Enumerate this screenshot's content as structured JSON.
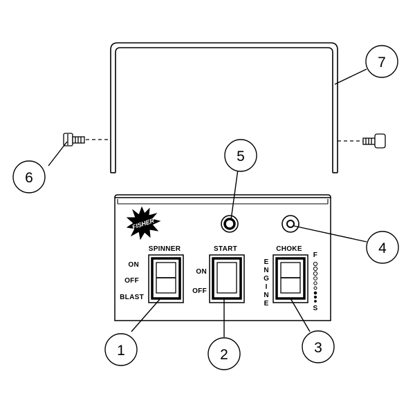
{
  "panel": {
    "logo_text": "FISHER",
    "spinner": {
      "title": "SPINNER",
      "pos_top": "ON",
      "pos_mid": "OFF",
      "pos_bot": "BLAST"
    },
    "start": {
      "title": "START",
      "pos_top": "ON",
      "pos_bot": "OFF"
    },
    "choke": {
      "title": "CHOKE",
      "side_label": "ENGINE",
      "scale_top": "F",
      "scale_bot": "S"
    }
  },
  "callouts": [
    "1",
    "2",
    "3",
    "4",
    "5",
    "6",
    "7"
  ],
  "colors": {
    "line": "#000000",
    "face": "#ffffff"
  }
}
